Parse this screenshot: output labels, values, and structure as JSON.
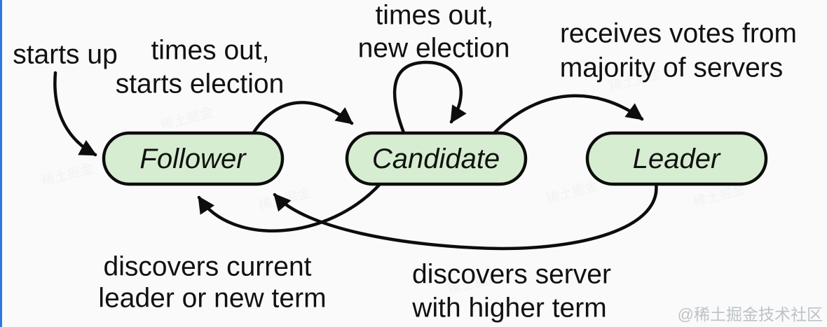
{
  "diagram": {
    "type": "state-machine",
    "states": [
      {
        "id": "follower",
        "label": "Follower"
      },
      {
        "id": "candidate",
        "label": "Candidate"
      },
      {
        "id": "leader",
        "label": "Leader"
      }
    ],
    "transitions": [
      {
        "from": "start",
        "to": "follower",
        "label": "starts up"
      },
      {
        "from": "follower",
        "to": "candidate",
        "label": "times out, starts election"
      },
      {
        "from": "candidate",
        "to": "candidate",
        "label": "times out, new election"
      },
      {
        "from": "candidate",
        "to": "leader",
        "label": "receives votes from majority of servers"
      },
      {
        "from": "candidate",
        "to": "follower",
        "label": "discovers current leader or new term"
      },
      {
        "from": "leader",
        "to": "follower",
        "label": "discovers server with higher term"
      }
    ],
    "labels": {
      "starts_up": "starts up",
      "follower_to_candidate": {
        "l1": "times out,",
        "l2": "starts election"
      },
      "candidate_self": {
        "l1": "times out,",
        "l2": "new election"
      },
      "candidate_to_leader": {
        "l1": "receives votes from",
        "l2": "majority of servers"
      },
      "candidate_to_follower": {
        "l1": "discovers current",
        "l2": "leader or new term"
      },
      "leader_to_follower": {
        "l1": "discovers server",
        "l2": "with higher term"
      }
    }
  },
  "watermark": {
    "text": "@稀土掘金技术社区",
    "tile_text": "稀土掘金"
  },
  "colors": {
    "background": "#fafafa",
    "state_fill": "#d7edd1",
    "stroke": "#0d0d0d",
    "left_bar": "#2979dd",
    "watermark": "#bcc2c7"
  }
}
